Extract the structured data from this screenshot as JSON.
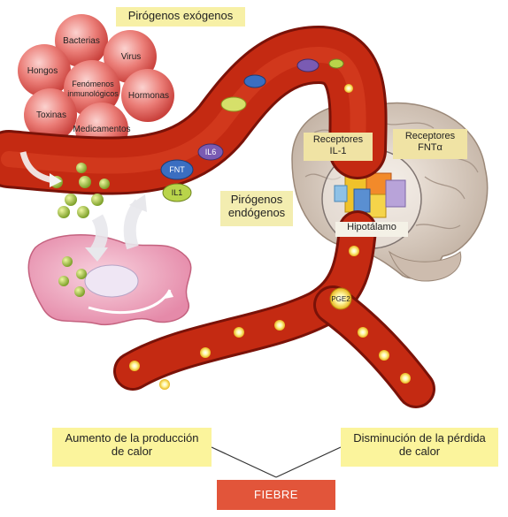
{
  "titles": {
    "exogenous": "Pirógenos exógenos",
    "endogenous_line1": "Pirógenos",
    "endogenous_line2": "endógenos"
  },
  "exogenous_agents": [
    "Bacterias",
    "Virus",
    "Hongos",
    "Fenómenos inmunológicos",
    "Hormonas",
    "Toxinas",
    "Medicamentos"
  ],
  "cytokines": {
    "fnt": "FNT",
    "il6": "IL6",
    "il1": "IL1",
    "pge2": "PGE2"
  },
  "receptors": {
    "il_line1": "Receptores",
    "il_line2": "IL-1",
    "fnt_line1": "Receptores",
    "fnt_line2": "FNTα"
  },
  "brain": {
    "hypothalamus": "Hipotálamo"
  },
  "outcomes": {
    "left_line1": "Aumento de la producción",
    "left_line2": "de calor",
    "right_line1": "Disminución de la pérdida",
    "right_line2": "de calor",
    "result": "FIEBRE"
  },
  "colors": {
    "vessel": "#c42a12",
    "vessel_edge": "#7a1208",
    "cluster": "#e5736e",
    "label_bg": "#fbf49c",
    "fever": "#e2553a",
    "cell": "#f0a6c0",
    "brain": "#e8ddd2"
  }
}
